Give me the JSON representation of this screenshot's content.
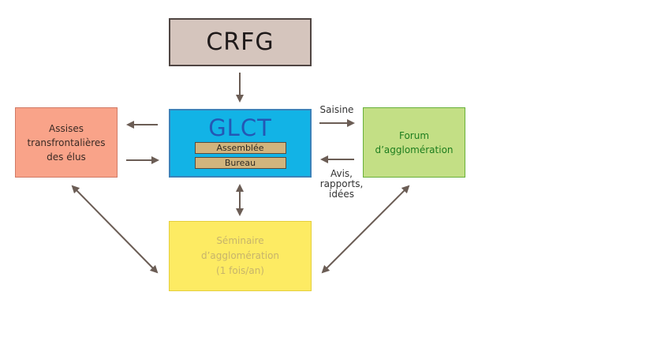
{
  "nodes": {
    "crfg": "CRFG",
    "glct": {
      "title": "GLCT",
      "sub_items": [
        "Assemblée",
        "Bureau"
      ]
    },
    "assises": "Assises transfrontalières des élus",
    "forum": "Forum d’agglomération",
    "seminaire": [
      "Séminaire",
      "d’agglomération",
      "(1 fois/an)"
    ]
  },
  "edge_labels": {
    "saisine": "Saisine",
    "avis": [
      "Avis,",
      "rapports,",
      "idées"
    ]
  },
  "colors": {
    "crfg_fill": "#d5c5bd",
    "glct_fill": "#12b3e6",
    "glct_title": "#2457b4",
    "sub_fill": "#d1b47d",
    "assises_fill": "#f9a389",
    "forum_fill": "#c3df85",
    "forum_text": "#1d7d1e",
    "seminaire_fill": "#fdeb63",
    "seminaire_text": "#c7b46b",
    "arrow": "#6b5d55"
  }
}
